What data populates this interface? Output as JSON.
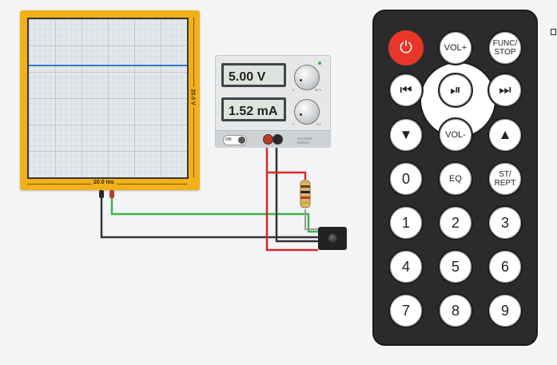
{
  "oscilloscope": {
    "x_label": "20.0 ms",
    "y_label": "20.0 V",
    "trace_color": "#2f7fd6"
  },
  "power_supply": {
    "voltage_display": "5.00 V",
    "current_display": "1.52 mA",
    "toggle_label": "ON",
    "knob_voltage_marks": [
      "0",
      "30 V"
    ],
    "knob_current_marks": [
      "0",
      "5 A"
    ],
    "brand": "VOLTAGE SUPPLY"
  },
  "remote": {
    "buttons": {
      "power": "⏻",
      "vol_up": "VOL+",
      "func_stop": "FUNC/\nSTOP",
      "prev": "⏮",
      "play_pause": "⏯",
      "next": "⏭",
      "down": "▼",
      "vol_down": "VOL-",
      "up": "▲",
      "zero": "0",
      "eq": "EQ",
      "st_rept": "ST/\nREPT",
      "one": "1",
      "two": "2",
      "three": "3",
      "four": "4",
      "five": "5",
      "six": "6",
      "seven": "7",
      "eight": "8",
      "nine": "9"
    }
  },
  "colors": {
    "wire_red": "#d42a2a",
    "wire_green": "#3fb34f",
    "wire_black": "#333333",
    "scope_frame": "#f2b019",
    "power_button": "#e8362a"
  }
}
